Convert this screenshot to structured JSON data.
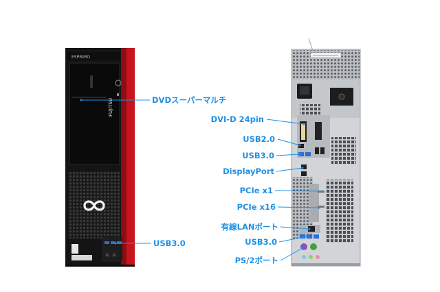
{
  "front": {
    "brand_model": "ESPRIMO",
    "brand_logo": "FUJITSU",
    "bezel_accent_color": "#c8141e",
    "labels": {
      "dvd": "DVDスーパーマルチ",
      "usb": "USB3.0"
    }
  },
  "rear": {
    "labels": {
      "dvi": "DVI-D 24pin",
      "usb2": "USB2.0",
      "usb3_upper": "USB3.0",
      "displayport": "DisplayPort",
      "pcie_x1": "PCIe x1",
      "pcie_x16": "PCIe x16",
      "lan": "有線LANポート",
      "usb3_lower": "USB3.0",
      "ps2": "PS/2ポート"
    }
  },
  "colors": {
    "callout": "#1e90e6",
    "usb3_port": "#2a6fd8",
    "ps2_purple": "#8a4fc0",
    "ps2_green": "#3aa33a"
  }
}
